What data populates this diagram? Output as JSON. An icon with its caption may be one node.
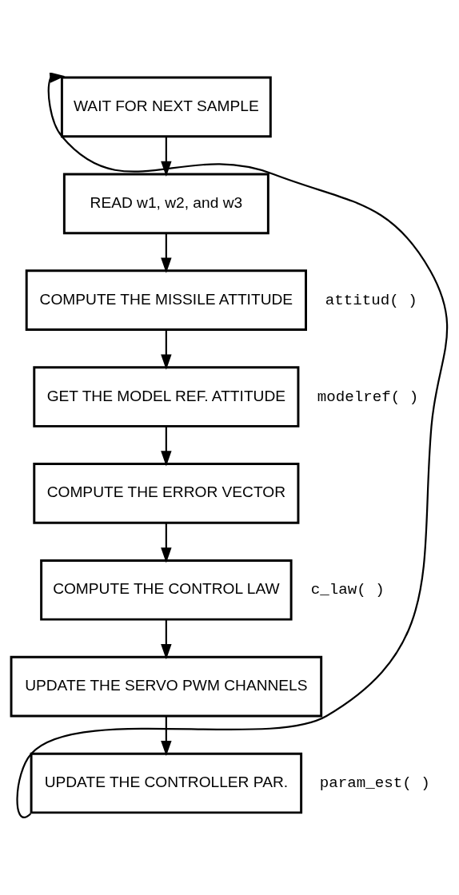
{
  "diagram": {
    "nodes": [
      {
        "text": [
          "WAIT FOR NEXT SAMPLE"
        ]
      },
      {
        "text": [
          "READ w1, w2, and w3"
        ]
      },
      {
        "text": [
          "COMPUTE THE MISSILE ATTITUDE"
        ],
        "beside": [
          "attitud( )"
        ]
      },
      {
        "text": [
          "GET THE MODEL REF. ATTITUDE"
        ],
        "beside": [
          "modelref( )"
        ]
      },
      {
        "text": [
          "COMPUTE THE ERROR VECTOR"
        ]
      },
      {
        "text": [
          "COMPUTE THE CONTROL LAW"
        ],
        "beside": [
          "c_law( )"
        ]
      },
      {
        "text": [
          "UPDATE THE SERVO PWM CHANNELS"
        ]
      },
      {
        "text": [
          "UPDATE THE CONTROLLER PAR."
        ],
        "beside": [
          "param_est( )"
        ]
      }
    ],
    "edges": [
      {
        "from": 0,
        "to": 1,
        "arrow": "to"
      },
      {
        "from": 1,
        "to": 2,
        "arrow": "to"
      },
      {
        "from": 2,
        "to": 3,
        "arrow": "to"
      },
      {
        "from": 3,
        "to": 4,
        "arrow": "to"
      },
      {
        "from": 4,
        "to": 5,
        "arrow": "to"
      },
      {
        "from": 5,
        "to": 6,
        "arrow": "to"
      },
      {
        "from": 6,
        "to": 7,
        "arrow": "to"
      },
      {
        "from": 7,
        "to": 0,
        "arrow": "to"
      }
    ]
  }
}
